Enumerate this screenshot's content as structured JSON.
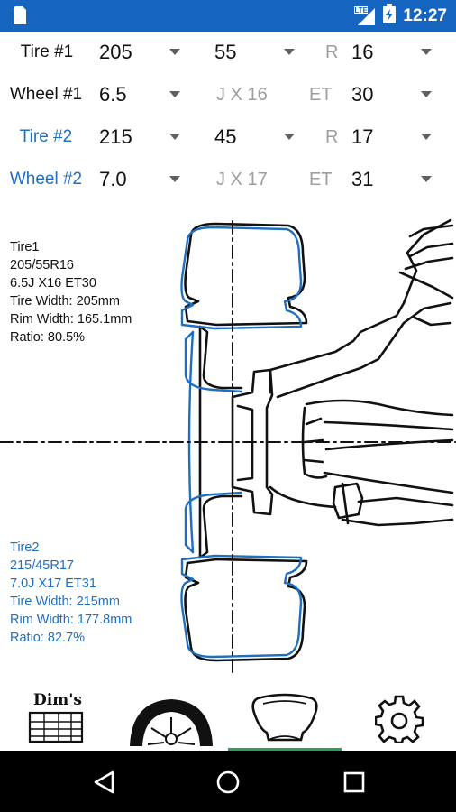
{
  "status_bar": {
    "time": "12:27",
    "network": "LTE"
  },
  "rows": [
    {
      "label": "Tire #1",
      "f1": "205",
      "sep1": "",
      "f2": "55",
      "sep2": "R",
      "f3": "16",
      "blue": false
    },
    {
      "label": "Wheel #1",
      "f1": "6.5",
      "sep1": "J X 16",
      "f2": "",
      "sep2": "ET",
      "f3": "30",
      "blue": false
    },
    {
      "label": "Tire #2",
      "f1": "215",
      "sep1": "",
      "f2": "45",
      "sep2": "R",
      "f3": "17",
      "blue": true
    },
    {
      "label": "Wheel #2",
      "f1": "7.0",
      "sep1": "J X 17",
      "f2": "",
      "sep2": "ET",
      "f3": "31",
      "blue": true
    }
  ],
  "tire1_info": {
    "title": "Tire1",
    "size": "205/55R16",
    "wheel": "6.5J X16 ET30",
    "tire_width": "Tire Width: 205mm",
    "rim_width": "Rim Width: 165.1mm",
    "ratio": "Ratio: 80.5%"
  },
  "tire2_info": {
    "title": "Tire2",
    "size": "215/45R17",
    "wheel": "7.0J X17 ET31",
    "tire_width": "Tire Width: 215mm",
    "rim_width": "Rim Width: 177.8mm",
    "ratio": "Ratio: 82.7%"
  },
  "toolbar": {
    "dims_label": "Dim's",
    "active_tab": "tire-profile",
    "icons": [
      "dimensions-table-icon",
      "wheel-icon",
      "tire-profile-icon",
      "settings-gear-icon"
    ]
  },
  "colors": {
    "status_bar": "#1565c0",
    "accent_blue": "#1e6fc0",
    "indicator_green": "#2e9e5b",
    "text": "#111111",
    "muted": "#9e9e9e"
  }
}
